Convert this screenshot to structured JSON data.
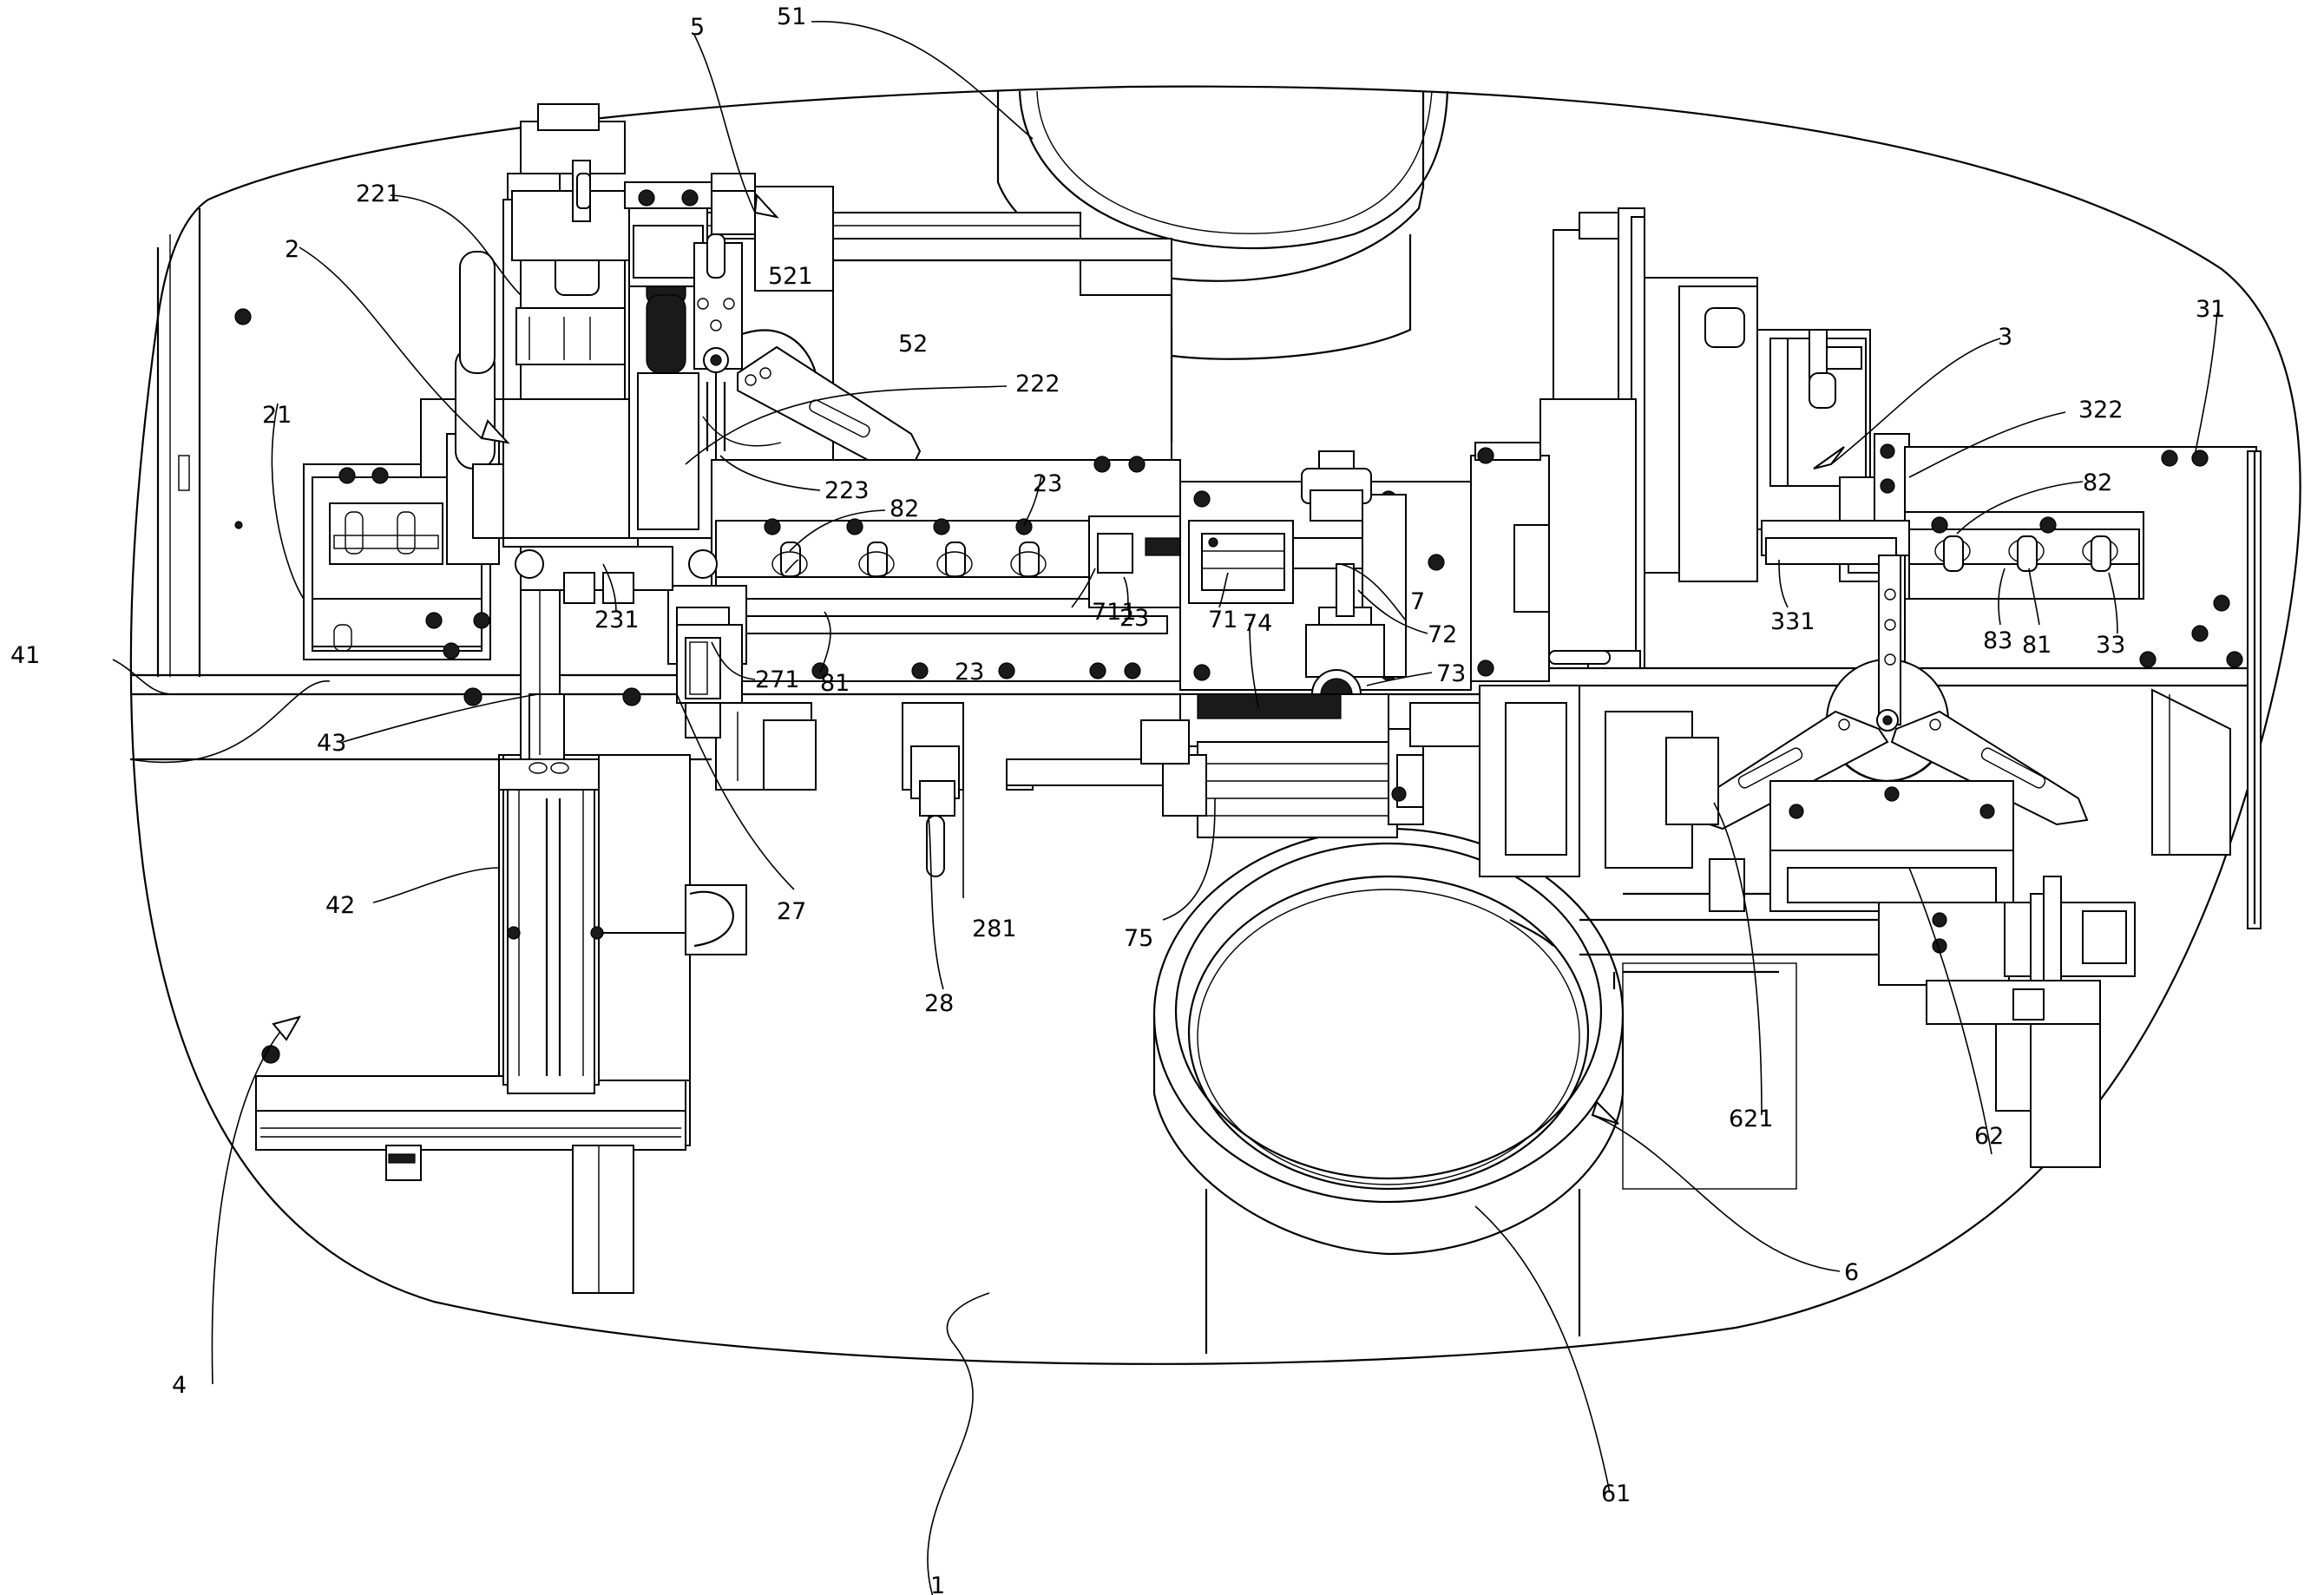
{
  "figure": {
    "colors": {
      "ink": "#000000",
      "paper": "#ffffff"
    },
    "labels": {
      "l1": "1",
      "l2": "2",
      "l21": "21",
      "l221": "221",
      "l222": "222",
      "l223": "223",
      "l23a": "23",
      "l23b": "23",
      "l23c": "23",
      "l231": "231",
      "l27": "27",
      "l271": "271",
      "l28": "28",
      "l281": "281",
      "l3": "3",
      "l31": "31",
      "l322": "322",
      "l33": "33",
      "l331": "331",
      "l4": "4",
      "l41": "41",
      "l42": "42",
      "l43": "43",
      "l5": "5",
      "l51": "51",
      "l52": "52",
      "l521": "521",
      "l6": "6",
      "l61": "61",
      "l62": "62",
      "l621": "621",
      "l7": "7",
      "l71": "71",
      "l711": "711",
      "l72": "72",
      "l73": "73",
      "l74": "74",
      "l75": "75",
      "l81a": "81",
      "l81b": "81",
      "l82a": "82",
      "l82b": "82",
      "l83": "83"
    }
  }
}
